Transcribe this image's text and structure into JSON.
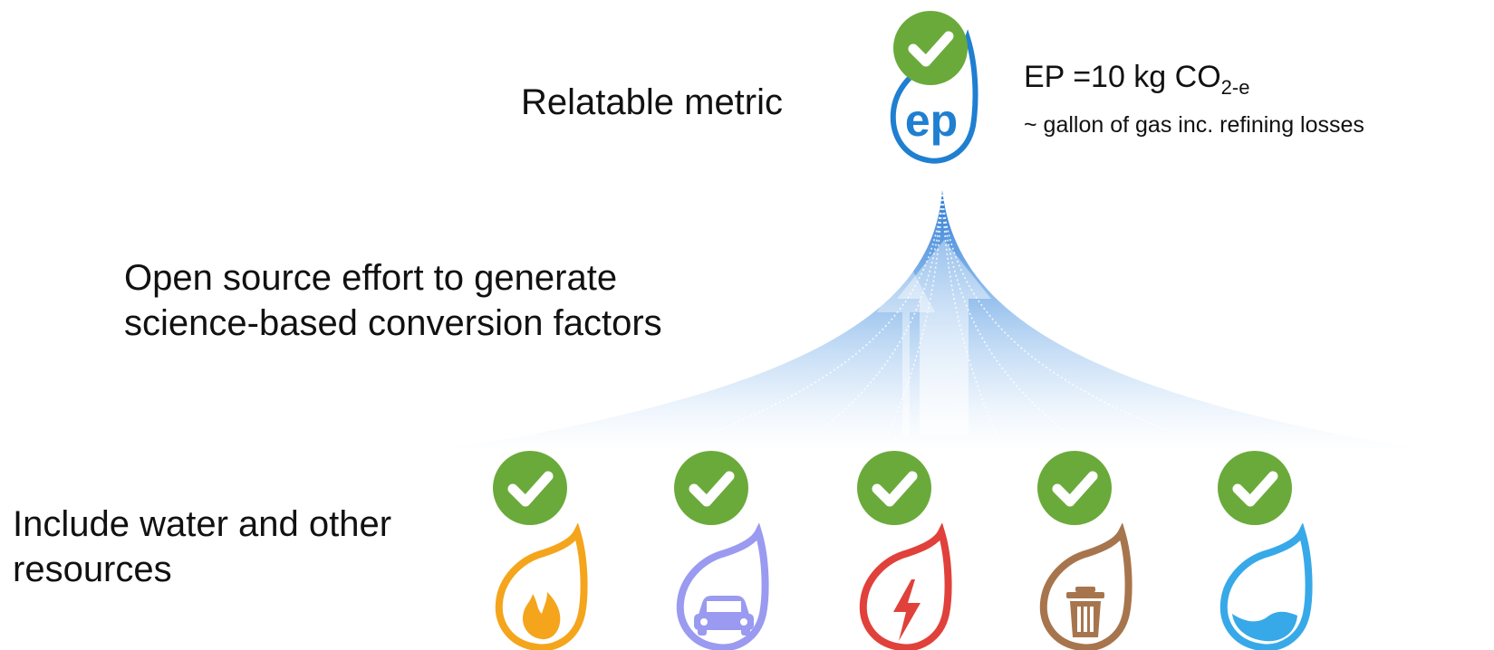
{
  "labels": {
    "relatable": "Relatable metric",
    "open_source_line1": "Open source effort to generate",
    "open_source_line2": "science-based conversion factors",
    "include_line1": "Include water and other",
    "include_line2": "resources"
  },
  "ep_formula": {
    "prefix": "EP =10 kg CO",
    "subscript": "2-e",
    "note": "~ gallon of gas inc. refining losses"
  },
  "logo_text": "ep",
  "colors": {
    "check_green": "#6aaa3b",
    "ep_blue": "#1f7fd1",
    "fire_orange": "#f4a51c",
    "car_purple": "#9a9af0",
    "bolt_red": "#e0413a",
    "trash_brown": "#a7754d",
    "water_blue": "#37a9e8"
  },
  "resource_icons": [
    "flame-icon",
    "car-icon",
    "lightning-bolt-icon",
    "trash-can-icon",
    "water-icon"
  ]
}
